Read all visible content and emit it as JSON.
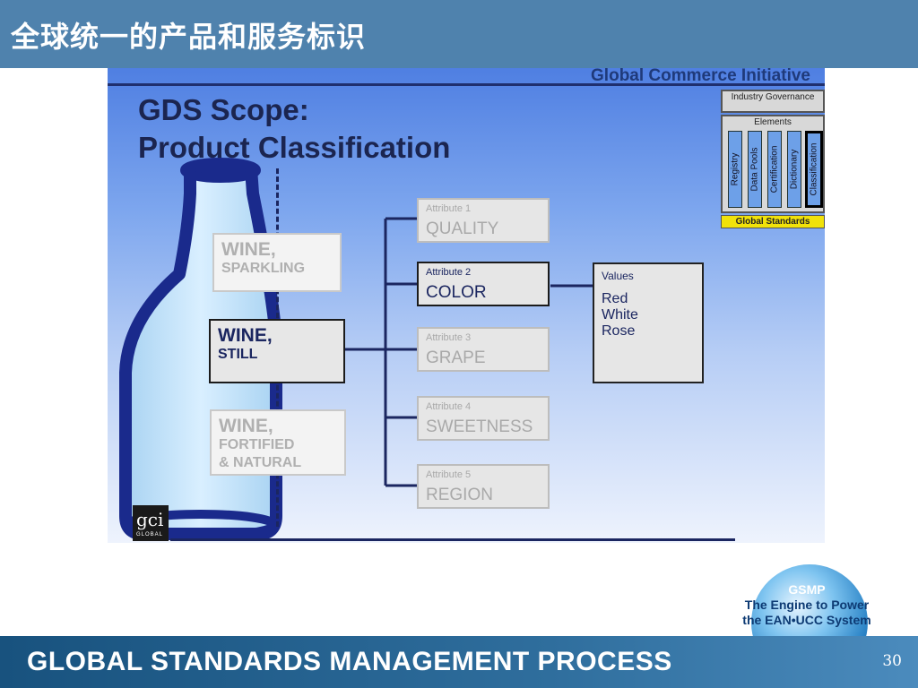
{
  "header": {
    "title": "全球统一的产品和服务标识"
  },
  "slide": {
    "brand": "Global Commerce Initiative",
    "heading_line1": "GDS Scope:",
    "heading_line2": "Product Classification",
    "categories": [
      {
        "big": "WINE,",
        "small": "SPARKLING",
        "active": false
      },
      {
        "big": "WINE,",
        "small": "STILL",
        "active": true
      },
      {
        "big": "WINE,",
        "small": "FORTIFIED",
        "small2": "& NATURAL",
        "active": false
      }
    ],
    "attributes": [
      {
        "label": "Attribute 1",
        "value": "QUALITY",
        "active": false
      },
      {
        "label": "Attribute 2",
        "value": "COLOR",
        "active": true
      },
      {
        "label": "Attribute 3",
        "value": "GRAPE",
        "active": false
      },
      {
        "label": "Attribute 4",
        "value": "SWEETNESS",
        "active": false
      },
      {
        "label": "Attribute 5",
        "value": "REGION",
        "active": false
      }
    ],
    "values_box": {
      "header": "Values",
      "items": [
        "Red",
        "White",
        "Rose"
      ]
    },
    "global_standards": {
      "industry": "Industry Governance",
      "elements": "Elements",
      "columns": [
        "Registry",
        "Data Pools",
        "Certification",
        "Dictionary",
        "Classification"
      ],
      "selected": "Classification",
      "footer": "Global Standards"
    },
    "logo": {
      "text": "gci",
      "sub": "GLOBAL"
    }
  },
  "footer": {
    "title": "GLOBAL STANDARDS MANAGEMENT PROCESS",
    "page": "30",
    "gsmp_line1": "GSMP",
    "gsmp_line2": "The Engine to Power",
    "gsmp_line3": "the EAN•UCC System"
  },
  "colors": {
    "header_bar": "#4f82ad",
    "footer_bar": "#18527e",
    "navy": "#1b2660",
    "gs_yellow": "#f1e20a"
  }
}
